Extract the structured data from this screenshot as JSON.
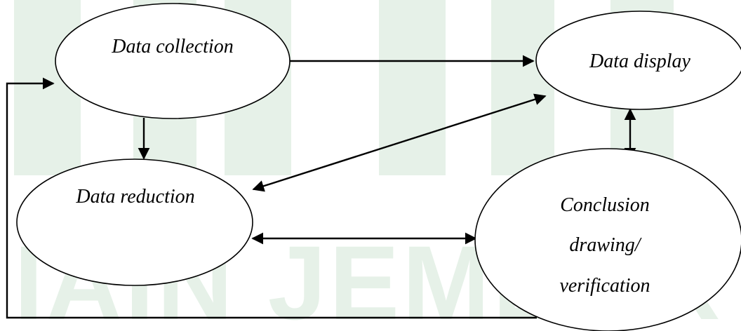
{
  "diagram": {
    "nodes": {
      "data_collection": {
        "label": "Data collection"
      },
      "data_display": {
        "label": "Data display"
      },
      "data_reduction": {
        "label": "Data reduction"
      },
      "conclusion": {
        "label_line1": "Conclusion",
        "label_line2": "drawing/",
        "label_line3": "verification"
      }
    },
    "edges": [
      {
        "from": "data_collection",
        "to": "data_display",
        "direction": "forward"
      },
      {
        "from": "data_collection",
        "to": "data_reduction",
        "direction": "forward"
      },
      {
        "from": "data_reduction",
        "to": "data_display",
        "direction": "both"
      },
      {
        "from": "data_display",
        "to": "conclusion",
        "direction": "both"
      },
      {
        "from": "data_reduction",
        "to": "conclusion",
        "direction": "both"
      },
      {
        "from": "conclusion",
        "to": "data_collection",
        "direction": "forward",
        "route": "feedback-loop"
      }
    ]
  },
  "watermark": {
    "text": "IAIN JEMBER",
    "color": "#e6f1e8"
  },
  "colors": {
    "stroke": "#000000",
    "background": "#ffffff"
  }
}
